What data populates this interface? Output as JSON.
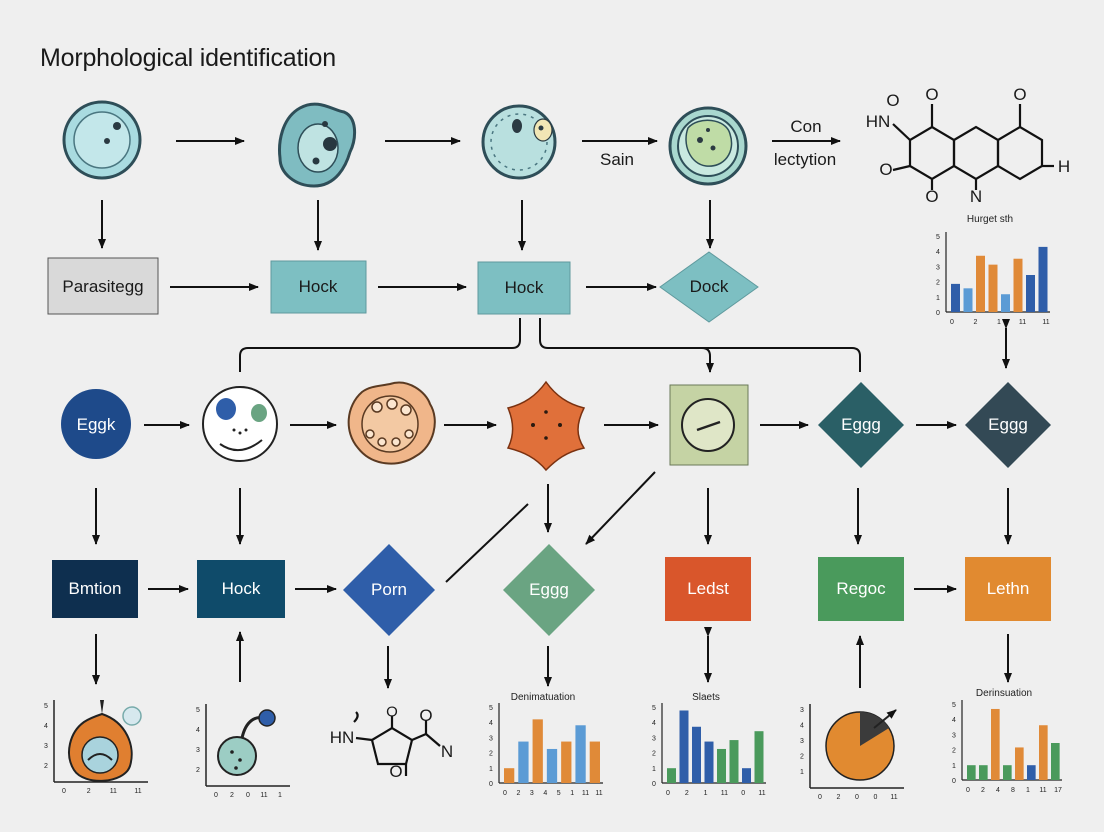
{
  "title": "Morphological identification",
  "row1": {
    "label_sain": "Sain",
    "label_con": "Con",
    "label_lectytion": "lectytion",
    "molecule_top": {
      "hn": "HN",
      "o1": "O",
      "o2": "O",
      "o3": "O",
      "o4": "O",
      "o5": "O",
      "n": "N",
      "h": "H"
    }
  },
  "row2": {
    "box1": "Parasitegg",
    "box2": "Hock",
    "box3": "Hock",
    "diamond": "Dock"
  },
  "chart_top": {
    "title": "Hurget sth",
    "y_ticks": [
      "5",
      "4",
      "3",
      "2",
      "1",
      "0"
    ],
    "x_ticks": [
      "0",
      "2",
      "1",
      "11",
      "11"
    ]
  },
  "row3": {
    "circle1": "Eggk",
    "diamond1": "Eggg",
    "diamond2": "Eggg"
  },
  "row4": {
    "box1": "Bmtion",
    "box2": "Hock",
    "diamond_porn": "Porn",
    "diamond_eggg": "Eggg",
    "box_ledst": "Ledst",
    "box_regoc": "Regoc",
    "box_lethn": "Lethn"
  },
  "bottom": {
    "chart1": {
      "y_ticks": [
        "5",
        "4",
        "3",
        "2"
      ],
      "x_ticks": [
        "0",
        "2",
        "11",
        "11"
      ]
    },
    "chart2": {
      "y_ticks": [
        "5",
        "4",
        "3",
        "2"
      ],
      "x_ticks": [
        "0",
        "2",
        "0",
        "11",
        "1"
      ]
    },
    "molecule": {
      "hn": "HN",
      "o1": "O",
      "o2": "O",
      "o3": "O",
      "n": "N"
    },
    "chart4": {
      "title": "Denimatuation",
      "y_ticks": [
        "5",
        "4",
        "3",
        "2",
        "1",
        "0"
      ],
      "x_ticks": [
        "0",
        "2",
        "3",
        "4",
        "5",
        "1",
        "11",
        "11"
      ]
    },
    "chart5": {
      "title": "Slaets",
      "y_ticks": [
        "5",
        "4",
        "3",
        "2",
        "1",
        "0"
      ],
      "x_ticks": [
        "0",
        "2",
        "1",
        "11",
        "0",
        "11"
      ]
    },
    "chart6": {
      "y_ticks": [
        "3",
        "4",
        "3",
        "2",
        "1"
      ],
      "x_ticks": [
        "0",
        "2",
        "0",
        "0",
        "11"
      ]
    },
    "chart7": {
      "title": "Derinsuation",
      "y_ticks": [
        "5",
        "4",
        "3",
        "2",
        "1",
        "0"
      ],
      "x_ticks": [
        "0",
        "2",
        "4",
        "8",
        "1",
        "11",
        "17"
      ]
    }
  },
  "colors": {
    "teal_box": "#7dbfc2",
    "dark_navy": "#0e2f4f",
    "blue": "#2f5ea9",
    "green_diamond": "#6aa482",
    "orange": "#e18a30",
    "red_orange": "#d9562b",
    "green_box": "#4a9a5c",
    "dark_teal": "#2a5f66",
    "slate": "#334955",
    "olive_box": "#c5d3a4"
  },
  "chart_data": [
    {
      "type": "bar",
      "title": "Hurget sth",
      "values": [
        1.9,
        1.6,
        3.8,
        3.2,
        1.2,
        3.6,
        2.5,
        4.4
      ]
    },
    {
      "type": "bar",
      "title": "Denimatuation",
      "values": [
        1.0,
        2.8,
        4.3,
        2.3,
        2.8,
        3.9,
        2.8
      ]
    },
    {
      "type": "bar",
      "title": "Slaets",
      "values": [
        1.0,
        4.9,
        3.8,
        2.8,
        2.3,
        2.9,
        1.0,
        3.5
      ]
    },
    {
      "type": "pie",
      "values": [
        85,
        15
      ]
    },
    {
      "type": "bar",
      "title": "Derinsuation",
      "values": [
        1.0,
        1.0,
        4.8,
        1.0,
        2.2,
        1.0,
        3.7,
        2.5
      ]
    }
  ]
}
